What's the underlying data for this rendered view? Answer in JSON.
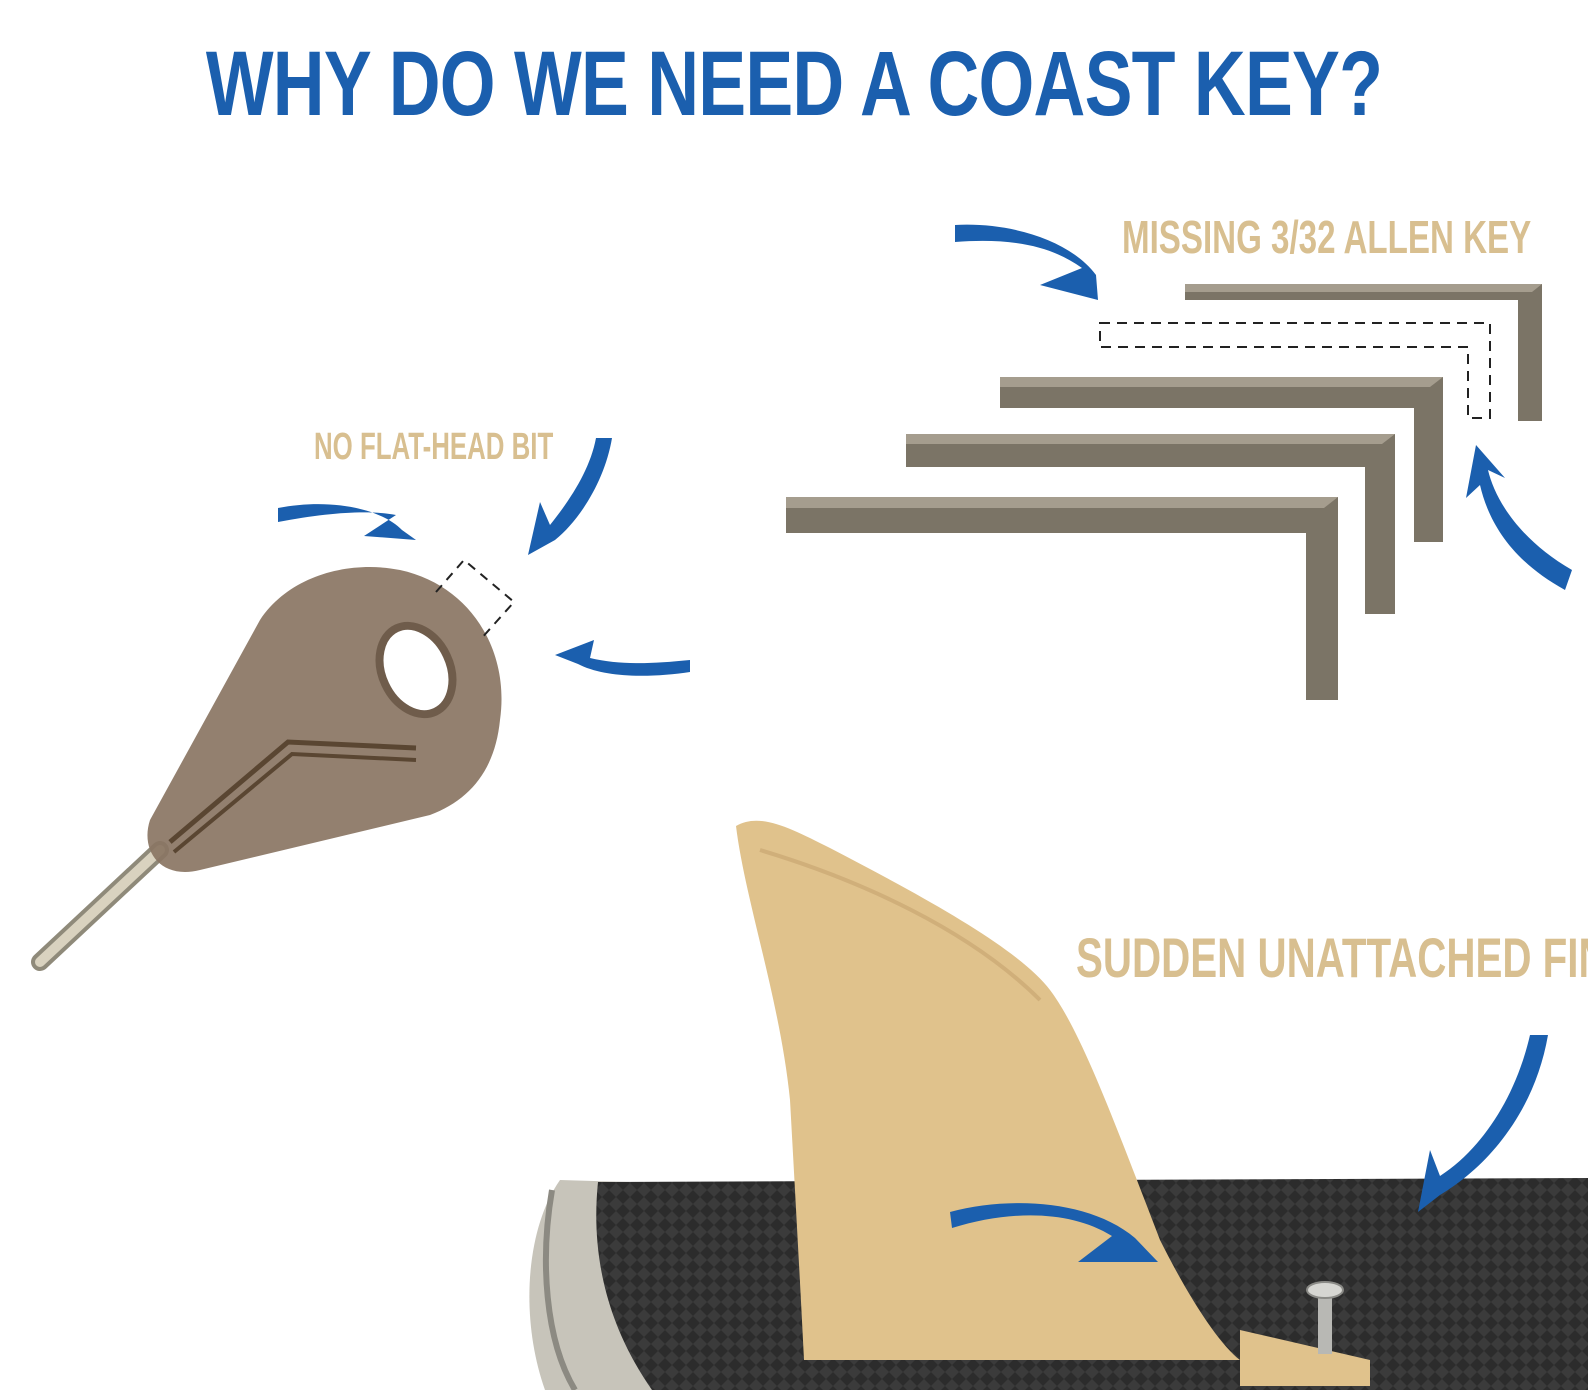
{
  "title": "WHY DO WE NEED A COAST KEY?",
  "labels": {
    "allen_key": "MISSING 3/32 ALLEN KEY",
    "flat_head": "NO FLAT-HEAD BIT",
    "fin": "SUDDEN UNATTACHED FIN"
  },
  "colors": {
    "title": "#1b5fae",
    "label": "#d8bf90",
    "arrow": "#1b5fae",
    "allen_key": "#7b7466",
    "fin_key": "#8a7563",
    "fin": "#e0c28c",
    "deck": "#3a3a3a"
  },
  "icons": [
    "curved-arrow-icon",
    "allen-key-icon",
    "fin-key-icon",
    "fin-icon",
    "screw-icon"
  ]
}
